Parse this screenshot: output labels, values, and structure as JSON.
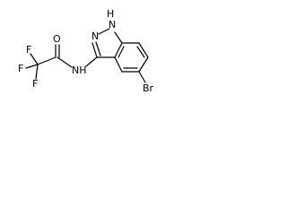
{
  "molecule": {
    "atoms": {
      "o": "O",
      "f1": "F",
      "f2": "F",
      "f3": "F",
      "nh_amide": "NH",
      "n2": "N",
      "n1h": "H",
      "n1": "N",
      "br": "Br"
    }
  }
}
